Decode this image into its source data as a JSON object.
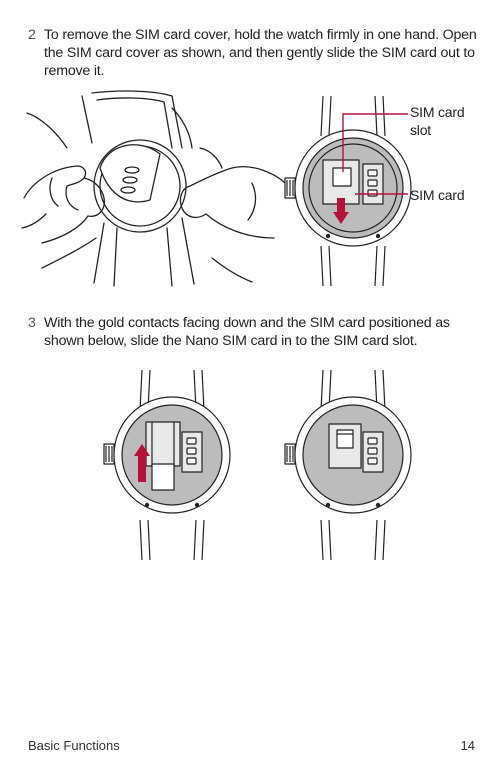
{
  "step2": {
    "number": "2",
    "text": "To remove the SIM card cover, hold the watch firmly in one hand. Open the SIM card cover as shown, and then gently slide the SIM card out to remove it."
  },
  "callouts": {
    "sim_card_slot": "SIM card slot",
    "sim_card": "SIM card"
  },
  "step3": {
    "number": "3",
    "text": "With the gold contacts facing down and the SIM card positioned as shown below, slide the Nano SIM card in to the SIM card slot."
  },
  "footer": {
    "section": "Basic Functions",
    "page": "14"
  },
  "colors": {
    "accent": "#b5123a",
    "watch_gray": "#bcbcbc",
    "line": "#222222"
  }
}
